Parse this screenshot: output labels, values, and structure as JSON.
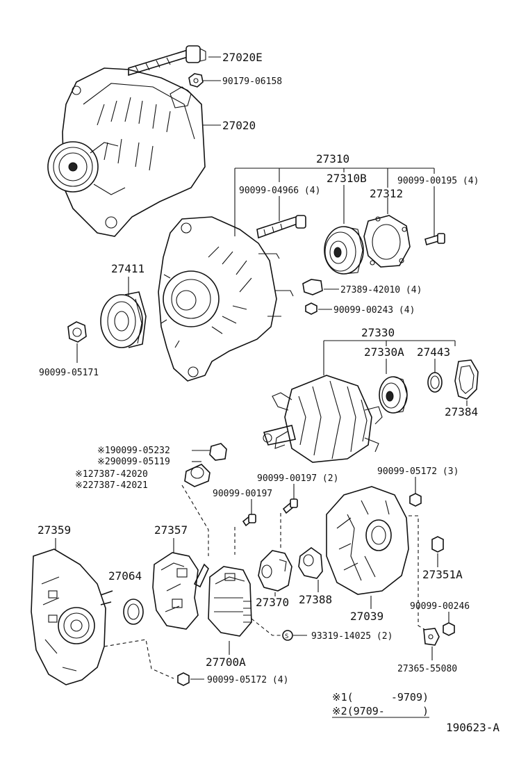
{
  "diagram_id": "190623-A",
  "labels": {
    "p27020E": "27020E",
    "p90179_06158": "90179-06158",
    "p27020": "27020",
    "p27310": "27310",
    "p27310B": "27310B",
    "p90099_04966": "90099-04966 (4)",
    "p27312": "27312",
    "p90099_00195": "90099-00195 (4)",
    "p27411": "27411",
    "p27389_42010": "27389-42010 (4)",
    "p90099_00243": "90099-00243 (4)",
    "p90099_05171": "90099-05171",
    "p27330": "27330",
    "p27330A": "27330A",
    "p27443": "27443",
    "p27384": "27384",
    "n1_90099_05232": "※190099-05232",
    "n2_90099_05119": "※290099-05119",
    "n1_27387_42020": "※127387-42020",
    "n2_27387_42021": "※227387-42021",
    "p90099_00197_2": "90099-00197 (2)",
    "p90099_05172_3": "90099-05172 (3)",
    "p90099_00197": "90099-00197",
    "p27359": "27359",
    "p27357": "27357",
    "p27064": "27064",
    "p27370": "27370",
    "p27388": "27388",
    "p27039": "27039",
    "p27351A": "27351A",
    "p90099_00246": "90099-00246",
    "p93319_14025": "93319-14025 (2)",
    "p27700A": "27700A",
    "p27365_55080": "27365-55080",
    "p90099_05172_4": "90099-05172 (4)"
  },
  "legend": {
    "line1": "※1(      -9709)",
    "line2": "※2(9709-      )"
  }
}
